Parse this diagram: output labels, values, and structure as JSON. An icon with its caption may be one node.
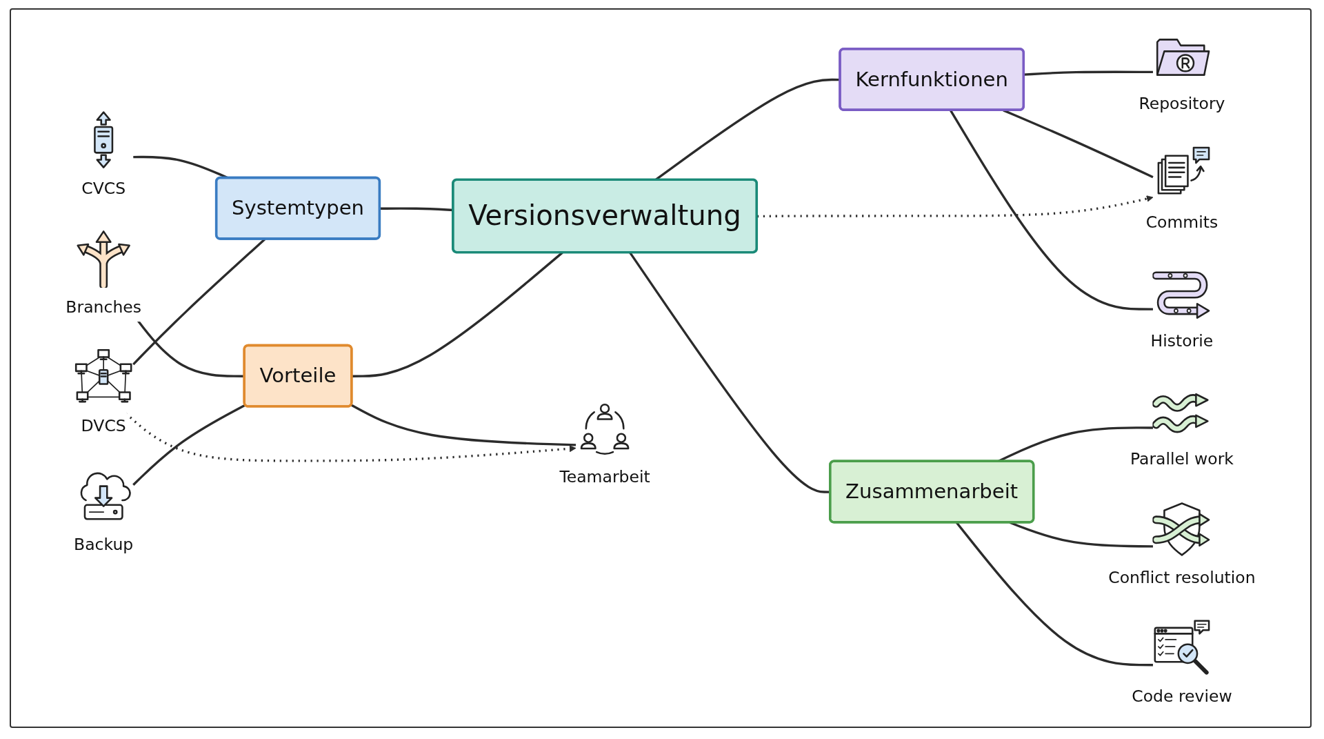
{
  "diagram": {
    "nodes": [
      {
        "text": [
          "Versionsverwaltung"
        ]
      },
      {
        "text": [
          "Systemtypen"
        ]
      },
      {
        "text": [
          "CVCS"
        ]
      },
      {
        "text": [
          "DVCS"
        ]
      },
      {
        "text": [
          "Kernfunktionen"
        ]
      },
      {
        "text": [
          "Repository"
        ]
      },
      {
        "text": [
          "Commits"
        ]
      },
      {
        "text": [
          "Historie"
        ]
      },
      {
        "text": [
          "Vorteile"
        ]
      },
      {
        "text": [
          "Branches"
        ]
      },
      {
        "text": [
          "Backup"
        ]
      },
      {
        "text": [
          "Teamarbeit"
        ]
      },
      {
        "text": [
          "Zusammenarbeit"
        ]
      },
      {
        "text": [
          "Parallel work"
        ]
      },
      {
        "text": [
          "Conflict resolution"
        ]
      },
      {
        "text": [
          "Code review"
        ]
      }
    ],
    "edges": [
      {
        "from": 1,
        "to": 0,
        "arrow": "none"
      },
      {
        "from": 0,
        "to": 4,
        "arrow": "none"
      },
      {
        "from": 8,
        "to": 0,
        "arrow": "none"
      },
      {
        "from": 0,
        "to": 12,
        "arrow": "none"
      },
      {
        "from": 2,
        "to": 1,
        "arrow": "none"
      },
      {
        "from": 3,
        "to": 1,
        "arrow": "none"
      },
      {
        "from": 4,
        "to": 5,
        "arrow": "none"
      },
      {
        "from": 4,
        "to": 6,
        "arrow": "none"
      },
      {
        "from": 4,
        "to": 7,
        "arrow": "none"
      },
      {
        "from": 9,
        "to": 8,
        "arrow": "none"
      },
      {
        "from": 10,
        "to": 8,
        "arrow": "none"
      },
      {
        "from": 8,
        "to": 11,
        "arrow": "none"
      },
      {
        "from": 12,
        "to": 13,
        "arrow": "none"
      },
      {
        "from": 12,
        "to": 14,
        "arrow": "none"
      },
      {
        "from": 12,
        "to": 15,
        "arrow": "none"
      },
      {
        "from": 3,
        "to": 11,
        "arrow": "to",
        "style": "dashed"
      },
      {
        "from": 0,
        "to": 6,
        "arrow": "to",
        "style": "dashed"
      }
    ]
  }
}
